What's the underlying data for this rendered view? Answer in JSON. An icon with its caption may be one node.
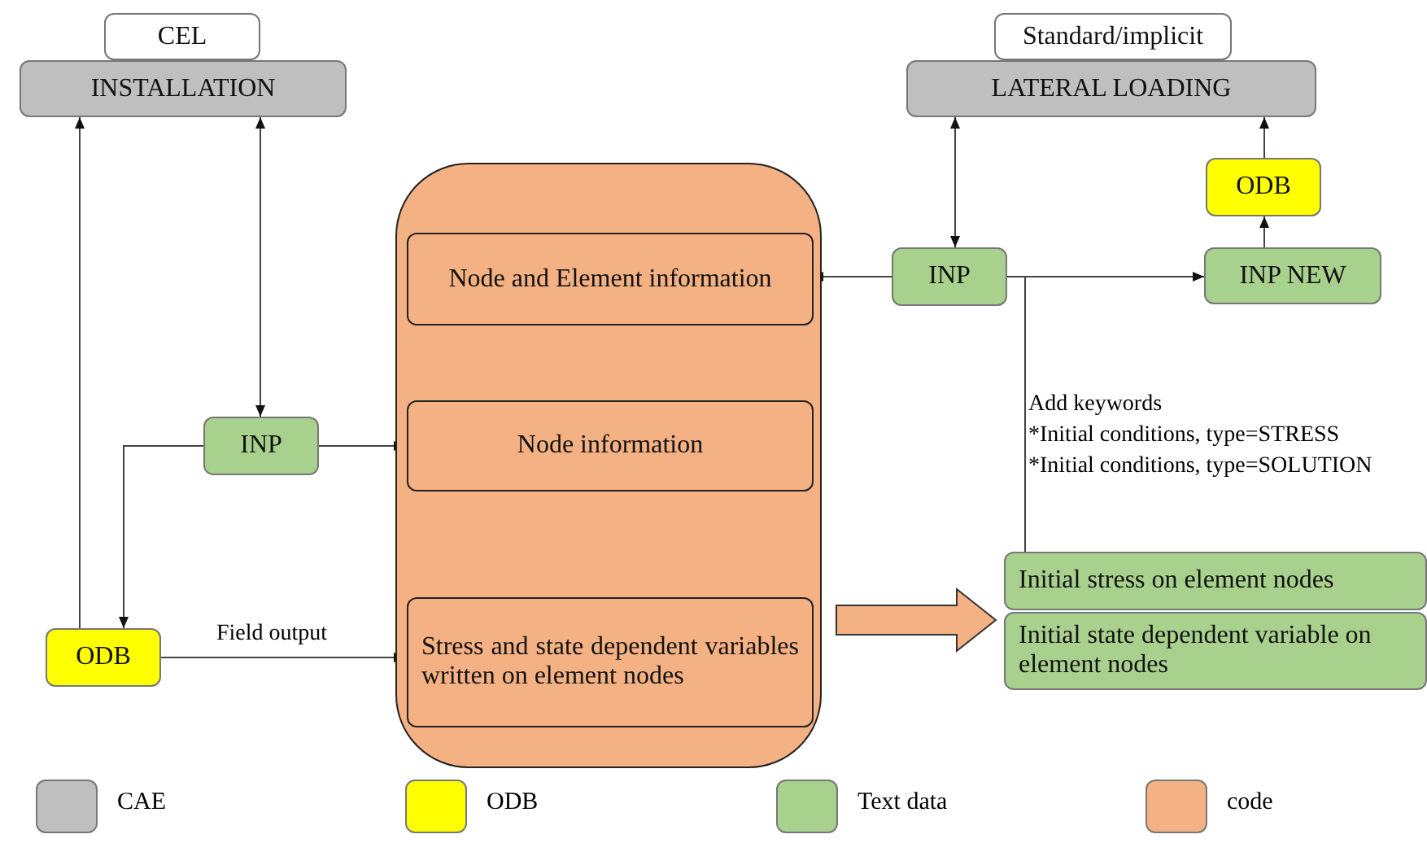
{
  "diagram": {
    "nodes": [
      {
        "text": [
          "CEL"
        ]
      },
      {
        "text": [
          "INSTALLATION"
        ]
      },
      {
        "text": [
          "Standard/implicit"
        ]
      },
      {
        "text": [
          "LATERAL LOADING"
        ]
      },
      {
        "text": [],
        "shape": "box"
      },
      {
        "text": [
          "Node and Element information"
        ],
        "in": 4
      },
      {
        "text": [
          "Node information"
        ],
        "in": 4
      },
      {
        "text": [
          "Stress and state dependent variables written on element nodes"
        ],
        "in": 4
      },
      {
        "text": [
          "INP"
        ]
      },
      {
        "text": [
          "ODB"
        ]
      },
      {
        "text": [
          "INP"
        ]
      },
      {
        "text": [
          "ODB"
        ]
      },
      {
        "text": [
          "INP NEW"
        ]
      },
      {
        "text": [
          "Initial stress on element nodes"
        ]
      },
      {
        "text": [
          "Initial state dependent variable on element nodes"
        ]
      }
    ],
    "edges": [
      {
        "from": 9,
        "to": 1,
        "arrow": "to"
      },
      {
        "from": 1,
        "to": 8,
        "arrow": "both"
      },
      {
        "from": 8,
        "to": 9,
        "arrow": "to"
      },
      {
        "from": 8,
        "to": 6,
        "arrow": "to"
      },
      {
        "from": 9,
        "to": 7,
        "arrow": "to",
        "label": "Field output"
      },
      {
        "from": 3,
        "to": 10,
        "arrow": "both"
      },
      {
        "from": 10,
        "to": 5,
        "arrow": "to"
      },
      {
        "from": 10,
        "to": 12,
        "arrow": "to"
      },
      {
        "from": 12,
        "to": 11,
        "arrow": "to"
      },
      {
        "from": 11,
        "to": 3,
        "arrow": "to"
      },
      {
        "from": 10,
        "to": 13,
        "arrow": "none"
      },
      {
        "from": 4,
        "to": 13,
        "arrow": "to",
        "style": "thick",
        "color": "#f4b183"
      }
    ],
    "labels": [
      "Add keywords",
      "*Initial conditions, type=STRESS",
      "*Initial conditions, type=SOLUTION"
    ],
    "legend": [
      {
        "text": "CAE",
        "color": "#bfbfbf"
      },
      {
        "text": "ODB",
        "color": "#ffff00"
      },
      {
        "text": "Text data",
        "color": "#a9d18e"
      },
      {
        "text": "code",
        "color": "#f4b183"
      }
    ]
  }
}
